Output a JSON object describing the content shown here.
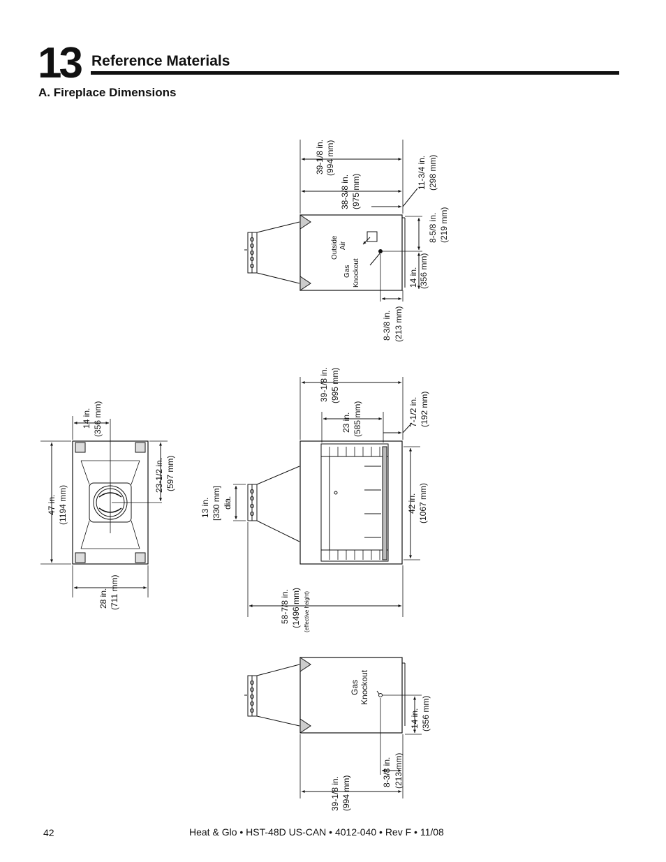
{
  "chapter": {
    "number": "13",
    "title": "Reference Materials"
  },
  "section": {
    "title": "A. Fireplace Dimensions"
  },
  "top_view": {
    "dim_overall": [
      "39-1/8 in.",
      "(994 mm)"
    ],
    "dim_back": [
      "38-3/8 in.",
      "(975 mm)"
    ],
    "dim_right_top": [
      "11-3/4 in.",
      "(298 mm)"
    ],
    "dim_right_mid": [
      "8-5/8 in.",
      "(219 mm)"
    ],
    "dim_right_low": [
      "14 in.",
      "(356 mm)"
    ],
    "dim_bottom": [
      "8-3/8 in.",
      "(213 mm)"
    ],
    "label_outside_air": [
      "Outside",
      "Air"
    ],
    "label_gas_knockout": [
      "Gas",
      "Knockout"
    ]
  },
  "front_view": {
    "dim_overall": [
      "39-1/8 in.",
      "(995 mm)"
    ],
    "dim_opening": [
      "23 in.",
      "(585 mm)"
    ],
    "dim_right_offset": [
      "7-1/2 in.",
      "(192 mm)"
    ],
    "dim_height": [
      "42 in.",
      "(1067 mm)"
    ],
    "dim_collar": [
      "13 in.",
      "[330 mm]",
      "dia."
    ],
    "dim_effective": [
      "58-7/8 in.",
      "(1496 mm)",
      "(effective height)"
    ]
  },
  "side_view": {
    "dim_height": [
      "47 in.",
      "(1194 mm)"
    ],
    "dim_center": [
      "14 in.",
      "(356 mm)"
    ],
    "dim_depth_right": [
      "23-1/2 in.",
      "(597 mm)"
    ],
    "dim_width": [
      "28 in.",
      "(711 mm)"
    ]
  },
  "bottom_view": {
    "label_gas_knockout": [
      "Gas",
      "Knockout"
    ],
    "dim_right": [
      "14 in.",
      "(356 mm)"
    ],
    "dim_bottom": [
      "8-3/8 in.",
      "(213 mm)"
    ],
    "dim_overall": [
      "39-1/8 in.",
      "(994 mm)"
    ]
  },
  "footer": {
    "page_number": "42",
    "document": "Heat & Glo • HST-48D US-CAN • 4012-040 • Rev F • 11/08"
  }
}
